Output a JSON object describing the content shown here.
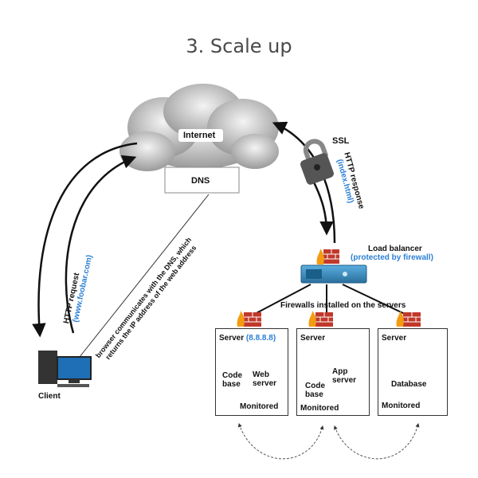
{
  "title": "3. Scale up",
  "internet_label": "Internet",
  "dns_label": "DNS",
  "ssl_label": "SSL",
  "http_response": {
    "label": "HTTP response",
    "url": "(index.html)"
  },
  "http_request": {
    "label": "HTTP request",
    "url": "(www.foobar.com)"
  },
  "dns_note": {
    "line1": "browser communicates with the DNS, which",
    "line2": "returns the IP address of the web address"
  },
  "client_label": "Client",
  "load_balancer": {
    "label": "Load balancer",
    "note": "(protected by firewall)"
  },
  "firewall_note": "Firewalls installed on the servers",
  "servers": [
    {
      "title": "Server",
      "ip": "(8.8.8.8)",
      "left_label_1": "Code",
      "left_label_2": "base",
      "right_label_1": "Web",
      "right_label_2": "server",
      "monitored": "Monitored"
    },
    {
      "title": "Server",
      "left_label_1": "Code",
      "left_label_2": "base",
      "right_label_1": "App",
      "right_label_2": "server",
      "monitored": "Monitored"
    },
    {
      "title": "Server",
      "db_label": "Database",
      "monitored": "Monitored"
    }
  ],
  "colors": {
    "accent": "#2a7fd4",
    "firewall": "#c0392b",
    "lb": "#3b8fc4"
  }
}
